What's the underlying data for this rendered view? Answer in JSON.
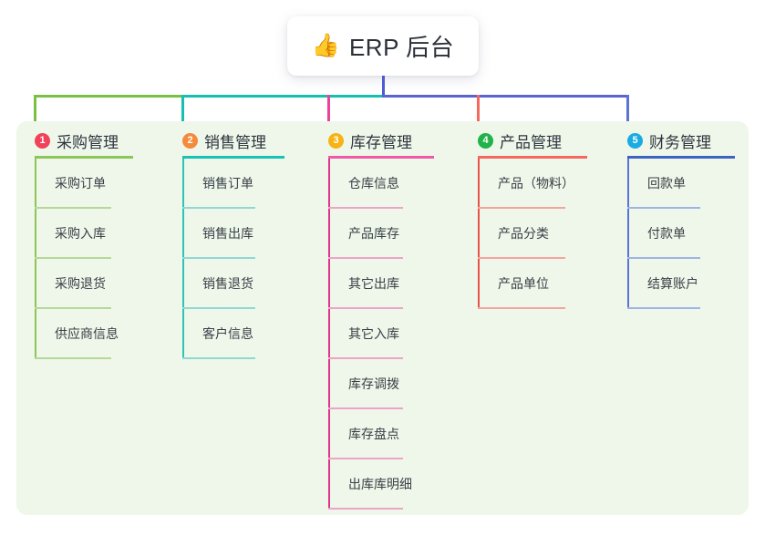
{
  "root": {
    "icon": "thumbs-up-icon",
    "icon_glyph": "👍",
    "label": "ERP 后台"
  },
  "theme": {
    "page_bg": "#ffffff",
    "panel_bg": "#eef7e9",
    "card_bg": "#ffffff",
    "title_color": "#2b2f38",
    "item_text": "#3a4049",
    "trunk_color": "#4f5bd5"
  },
  "connectors": {
    "trunk_vertical_color": "#4f5bd5",
    "segments": [
      {
        "name": "seg-col1-col2",
        "color": "#7ac143"
      },
      {
        "name": "seg-col2-col3",
        "color": "#17bfb0"
      },
      {
        "name": "seg-col3-col5",
        "color": "#5b63cf"
      }
    ],
    "drops": [
      {
        "name": "drop-col1",
        "color": "#7ac143"
      },
      {
        "name": "drop-col2",
        "color": "#17bfb0"
      },
      {
        "name": "drop-col3",
        "color": "#e8429a"
      },
      {
        "name": "drop-col4",
        "color": "#f4685f"
      },
      {
        "name": "drop-col5",
        "color": "#5b74d6"
      }
    ]
  },
  "columns": [
    {
      "index": "1",
      "badge_color": "#f2425a",
      "title": "采购管理",
      "rule_color": "#8cc659",
      "spine_color": "#8cc659",
      "item_rule_color": "#b6d99a",
      "items": [
        "采购订单",
        "采购入库",
        "采购退货",
        "供应商信息"
      ]
    },
    {
      "index": "2",
      "badge_color": "#f58a3c",
      "title": "销售管理",
      "rule_color": "#19c2b4",
      "spine_color": "#2fc3b8",
      "item_rule_color": "#8fd9d3",
      "items": [
        "销售订单",
        "销售出库",
        "销售退货",
        "客户信息"
      ]
    },
    {
      "index": "3",
      "badge_color": "#f6b316",
      "title": "库存管理",
      "rule_color": "#ef5aa8",
      "spine_color": "#e0338c",
      "item_rule_color": "#eda4c9",
      "items": [
        "仓库信息",
        "产品库存",
        "其它出库",
        "其它入库",
        "库存调拨",
        "库存盘点",
        "出库库明细"
      ]
    },
    {
      "index": "4",
      "badge_color": "#21b24b",
      "title": "产品管理",
      "rule_color": "#f4685f",
      "spine_color": "#e8514c",
      "item_rule_color": "#f4a49e",
      "items": [
        "产品（物料）",
        "产品分类",
        "产品单位"
      ]
    },
    {
      "index": "5",
      "badge_color": "#1aabe3",
      "title": "财务管理",
      "rule_color": "#3d64c4",
      "spine_color": "#5b74d6",
      "item_rule_color": "#9fb4e6",
      "items": [
        "回款单",
        "付款单",
        "结算账户"
      ]
    }
  ]
}
